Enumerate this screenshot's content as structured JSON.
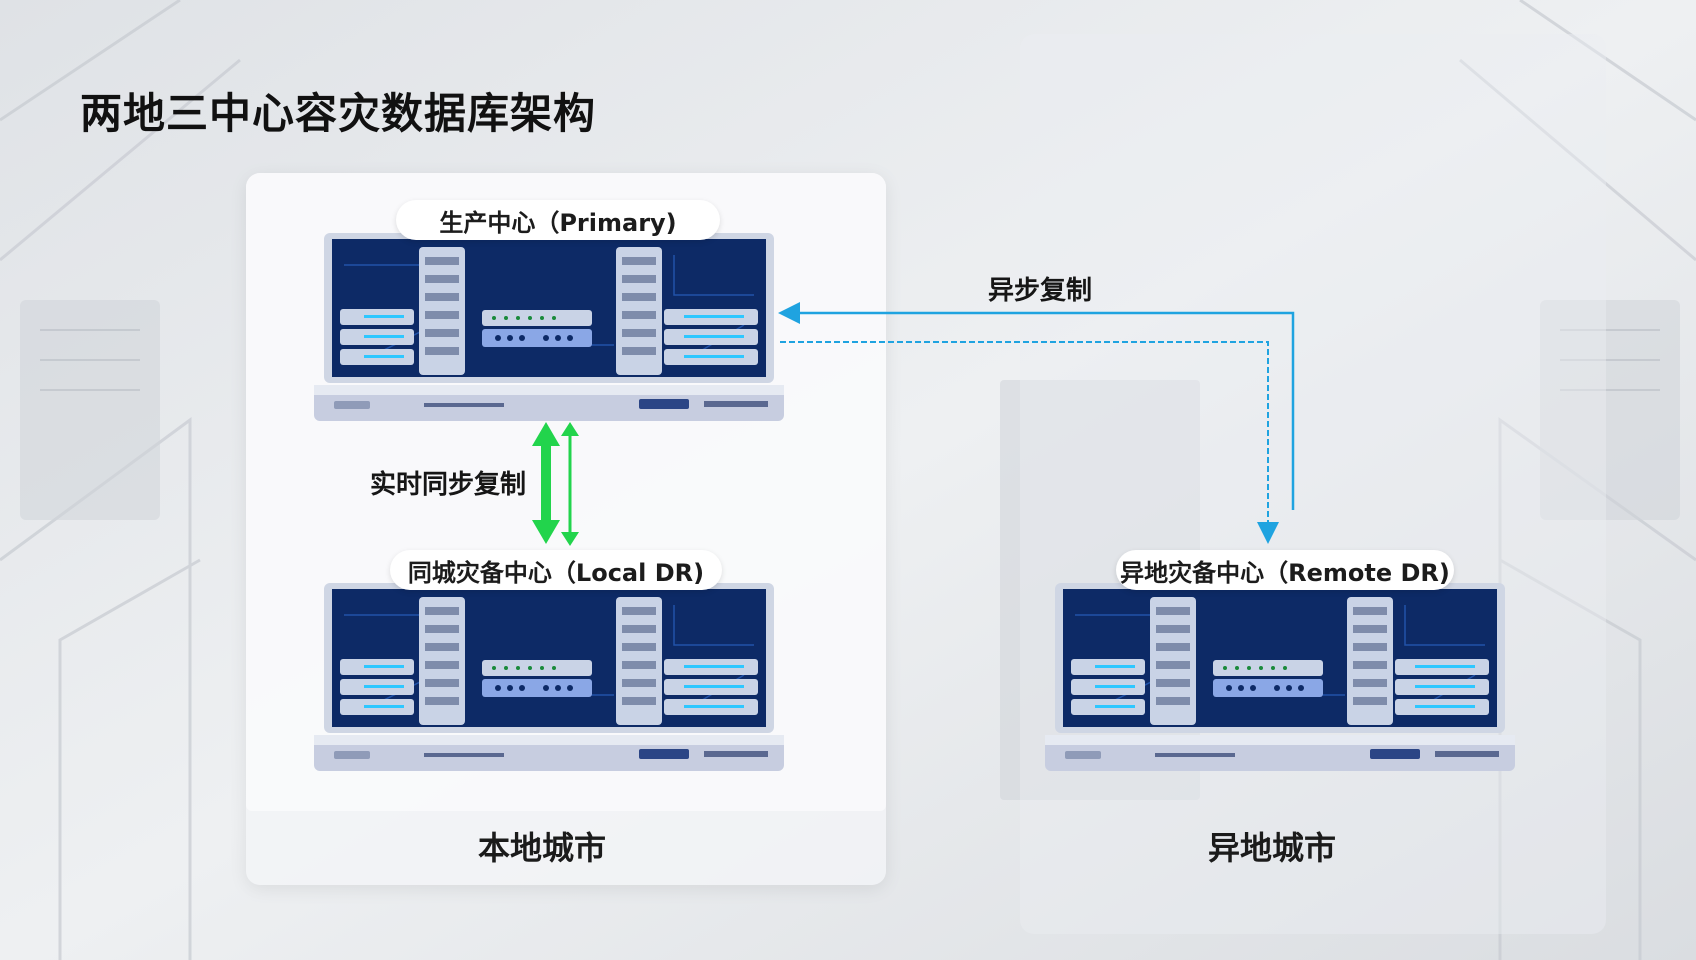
{
  "title": "两地三中心容灾数据库架构",
  "nodes": {
    "primary": "生产中心（Primary)",
    "local_dr": "同城灾备中心（Local DR)",
    "remote_dr": "异地灾备中心（Remote DR)"
  },
  "regions": {
    "local_city": "本地城市",
    "remote_city": "异地城市"
  },
  "links": {
    "sync_label": "实时同步复制",
    "async_label": "异步复制"
  },
  "colors": {
    "sync_arrow": "#22d44c",
    "async_arrow": "#1fa3e0",
    "server_screen": "#0d2a66"
  }
}
